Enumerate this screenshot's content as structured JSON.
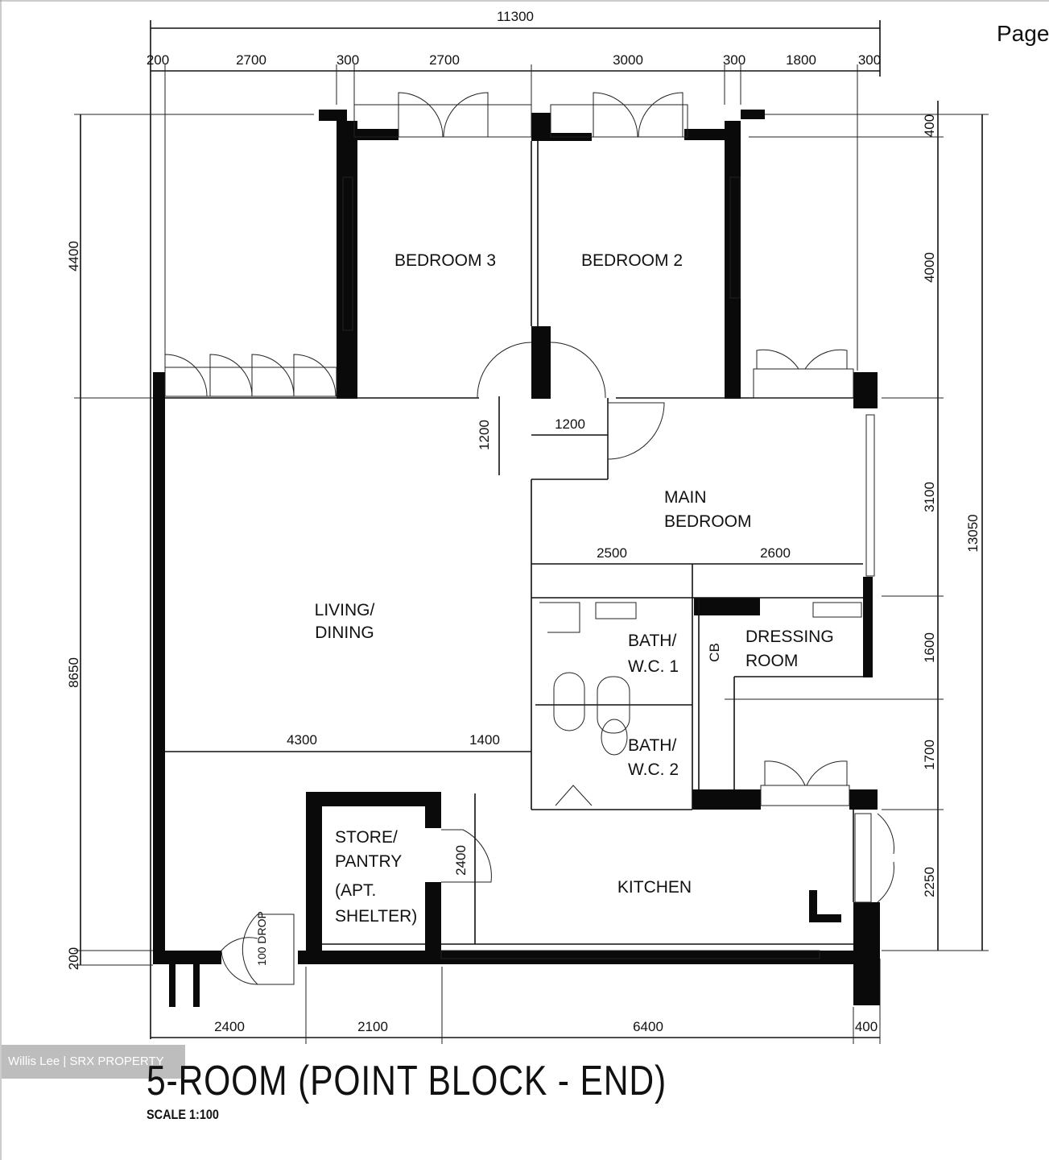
{
  "page_label": "Page",
  "title": "5-ROOM (POINT BLOCK - END)",
  "scale": "SCALE   1:100",
  "watermark": "Willis Lee | SRX PROPERTY",
  "rooms": {
    "bedroom3": "BEDROOM 3",
    "bedroom2": "BEDROOM 2",
    "main_bedroom_1": "MAIN",
    "main_bedroom_2": "BEDROOM",
    "living_1": "LIVING/",
    "living_2": "DINING",
    "bath1_1": "BATH/",
    "bath1_2": "W.C. 1",
    "dressing_1": "DRESSING",
    "dressing_2": "ROOM",
    "bath2_1": "BATH/",
    "bath2_2": "W.C. 2",
    "store_1": "STORE/",
    "store_2": "PANTRY",
    "store_3": "(APT.",
    "store_4": "SHELTER)",
    "kitchen": "KITCHEN",
    "drop": "100 DROP",
    "cb": "CB"
  },
  "dimensions": {
    "top_total": "11300",
    "top": [
      "200",
      "2700",
      "300",
      "2700",
      "3000",
      "300",
      "1800",
      "300"
    ],
    "left": [
      "4400",
      "8650",
      "200"
    ],
    "right": [
      "400",
      "4000",
      "3100",
      "1600",
      "1700",
      "2250"
    ],
    "right_total": "13050",
    "bottom": [
      "2400",
      "2100",
      "6400",
      "400"
    ],
    "inner": {
      "corridor_w": "1200",
      "corridor_h": "1200",
      "mb_left": "2500",
      "mb_right": "2600",
      "living_left": "4300",
      "living_right": "1400",
      "store_door": "2400"
    }
  }
}
